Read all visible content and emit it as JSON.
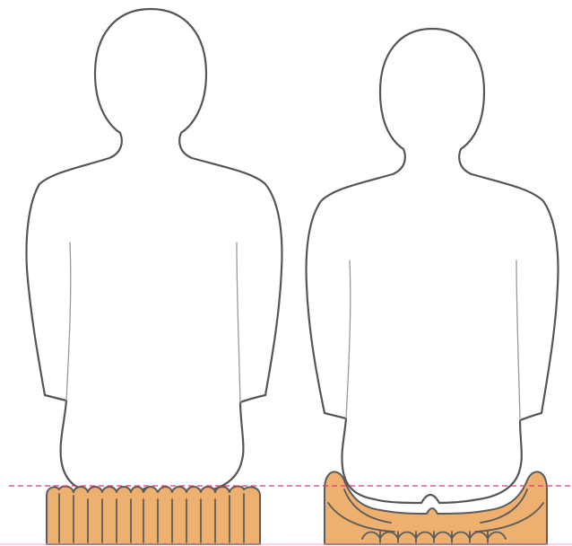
{
  "colors": {
    "background": "#ffffff",
    "cushion_fill": "#EDB06F",
    "outline": "#555555",
    "reference_line": "#E8337C",
    "base_line": "#F4A6C6"
  },
  "figures": [
    {
      "name": "seated-figure-left",
      "cushion": "flat-cushion-with-uniform-air-cells"
    },
    {
      "name": "seated-figure-right",
      "cushion": "contoured-cushion-with-immersion"
    }
  ],
  "reference_line": {
    "style": "dashed"
  }
}
